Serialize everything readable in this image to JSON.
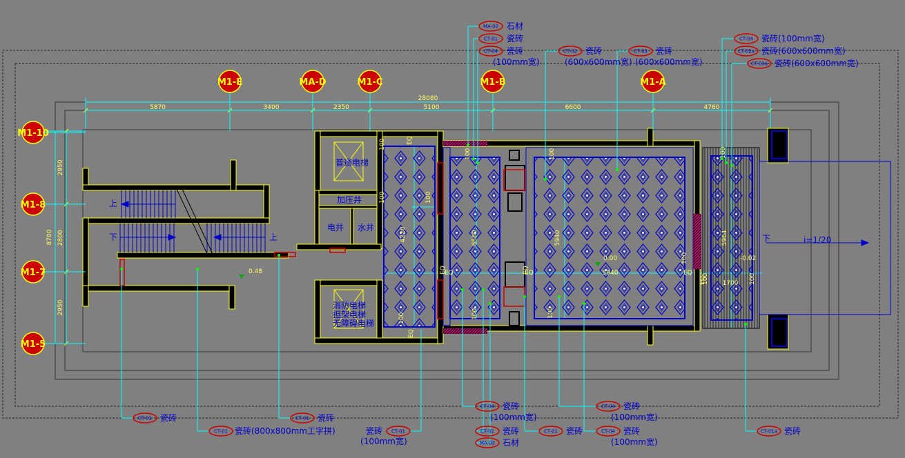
{
  "colors": {
    "background": "#808080",
    "wall": "#000000",
    "wall_edge": "#ffff00",
    "tile_pattern": "#0000cc",
    "leader": "#00ffff",
    "tag_ring": "#cc0000",
    "grid_bubble": "#ffff00",
    "dim_line": "#00ffff",
    "dim_text": "#ffff66",
    "label_text": "#0000cc"
  },
  "grid_axes": {
    "horizontal": [
      "M1-E",
      "MA-D",
      "M1-C",
      "M1-B",
      "M1-A"
    ],
    "vertical": [
      "M1-10",
      "M1-8",
      "M1-7",
      "M1-5"
    ]
  },
  "dimensions": {
    "overall_top": "28080",
    "segments_top": [
      "5870",
      "3400",
      "2350",
      "5100",
      "6600",
      "4760"
    ],
    "left_overall": "8700",
    "left_segments": [
      "2950",
      "2800",
      "2950"
    ],
    "interior": [
      "4220",
      "6580",
      "5940",
      "5964",
      "1700"
    ],
    "small": [
      "100",
      "100",
      "100",
      "100",
      "100",
      "100",
      "100",
      "100",
      "100",
      "100",
      "100",
      "100"
    ],
    "eq": "EQ",
    "levels": [
      "0.48",
      "0.00",
      "-0.02"
    ],
    "slope": "i=1/20"
  },
  "rooms": {
    "elevator_normal": "普通电梯",
    "pressure_shaft": "加压井",
    "electrical_shaft": "电井",
    "water_shaft": "水井",
    "fire_elevator": [
      "消防电梯",
      "担架电梯",
      "无障碍电梯"
    ],
    "up_1": "上",
    "down_1": "下",
    "up_2": "上",
    "down_ramp": "下"
  },
  "top_callouts": [
    {
      "code": "MA-02",
      "text": "石材",
      "sub": ""
    },
    {
      "code": "CT-01",
      "text": "瓷砖",
      "sub": ""
    },
    {
      "code": "CT-04",
      "text": "瓷砖",
      "sub": "(100mm宽)"
    },
    {
      "code": "CT-02",
      "text": "瓷砖",
      "sub": "(600x600mm宽)"
    },
    {
      "code": "CT-03",
      "text": "瓷砖",
      "sub": "(600x600mm宽)"
    },
    {
      "code": "CT-04",
      "text": "瓷砖(100mm宽)",
      "sub": ""
    },
    {
      "code": "CT-02a",
      "text": "瓷砖(600x600mm宽)",
      "sub": ""
    },
    {
      "code": "CT-03a",
      "text": "瓷砖(600x600mm宽)",
      "sub": ""
    }
  ],
  "bottom_callouts": [
    {
      "code": "CT-01",
      "text": "瓷砖",
      "sub": ""
    },
    {
      "code": "CT-01",
      "text": "瓷砖(800x800mm工字拼)",
      "sub": ""
    },
    {
      "code": "CT-01",
      "text": "瓷砖",
      "sub": ""
    },
    {
      "code": "CT-04",
      "text": "瓷砖",
      "sub": "(100mm宽)"
    },
    {
      "code": "CT-04",
      "text": "瓷砖",
      "sub": "(100mm宽)"
    },
    {
      "code": "CT-01",
      "text": "瓷砖",
      "sub": ""
    },
    {
      "code": "MA-02",
      "text": "石材",
      "sub": ""
    },
    {
      "code": "CT-01",
      "text": "瓷砖",
      "sub": ""
    },
    {
      "code": "CT-04",
      "text": "瓷砖",
      "sub": "(100mm宽)"
    },
    {
      "code": "CT-01",
      "text": "瓷砖",
      "sub": ""
    },
    {
      "code": "CT-01a",
      "text": "瓷砖",
      "sub": ""
    }
  ]
}
